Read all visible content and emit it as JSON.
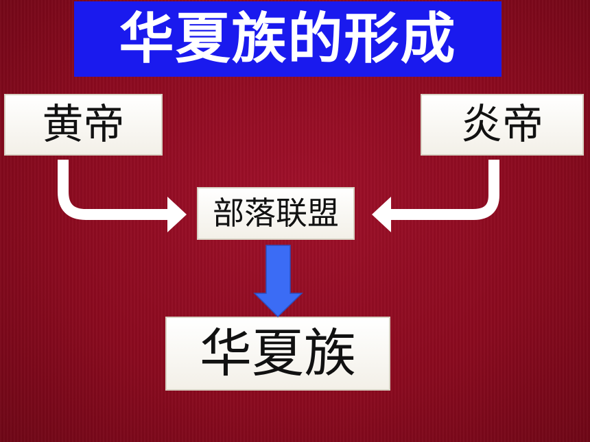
{
  "title": "华夏族的形成",
  "nodes": {
    "huangdi": "黄帝",
    "yandi": "炎帝",
    "lianmeng": "部落联盟",
    "huaxia": "华夏族"
  },
  "colors": {
    "background": "#8e0a1e",
    "title_bg": "#1a1aee",
    "arrow_white": "#ffffff",
    "arrow_blue": "#3b6cf5"
  }
}
